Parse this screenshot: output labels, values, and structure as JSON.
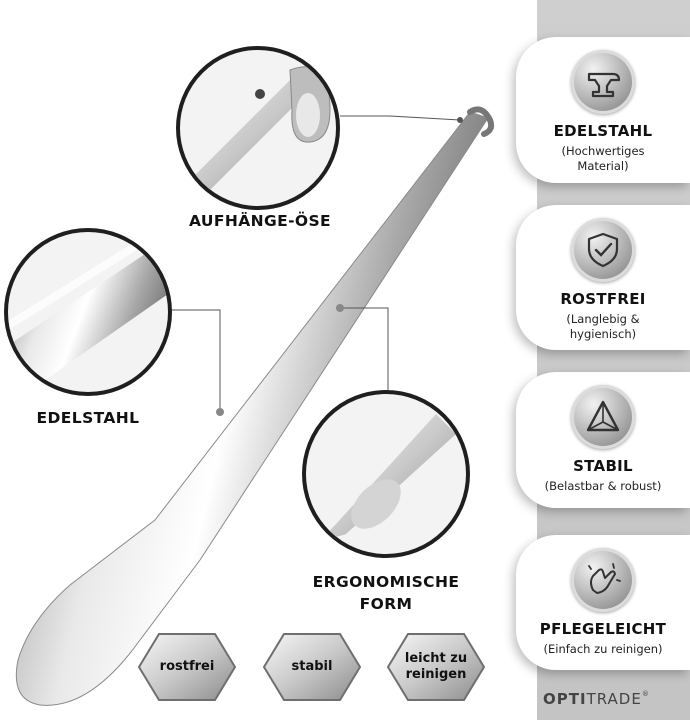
{
  "cards": [
    {
      "title": "EDELSTAHL",
      "subtitle": "(Hochwertiges Material)",
      "icon": "anvil-icon"
    },
    {
      "title": "ROSTFREI",
      "subtitle": "(Langlebig & hygienisch)",
      "icon": "shield-check-icon"
    },
    {
      "title": "STABIL",
      "subtitle": "(Belastbar & robust)",
      "icon": "triangle-icon"
    },
    {
      "title": "PFLEGELEICHT",
      "subtitle": "(Einfach zu reinigen)",
      "icon": "cleaning-hand-icon"
    }
  ],
  "callouts": {
    "hook": "AUFHÄNGE-ÖSE",
    "steel": "EDELSTAHL",
    "form_line1": "ERGONOMISCHE",
    "form_line2": "FORM"
  },
  "badges": [
    {
      "line1": "rostfrei",
      "line2": ""
    },
    {
      "line1": "stabil",
      "line2": ""
    },
    {
      "line1": "leicht zu",
      "line2": "reinigen"
    }
  ],
  "brand": {
    "part1": "OPTI",
    "part2": "TRADE",
    "mark": "®"
  },
  "colors": {
    "band": "#c8c8c8",
    "steel_light": "#f2f2f2",
    "steel_dark": "#8a8a8a",
    "outline": "#1f1f1f"
  }
}
